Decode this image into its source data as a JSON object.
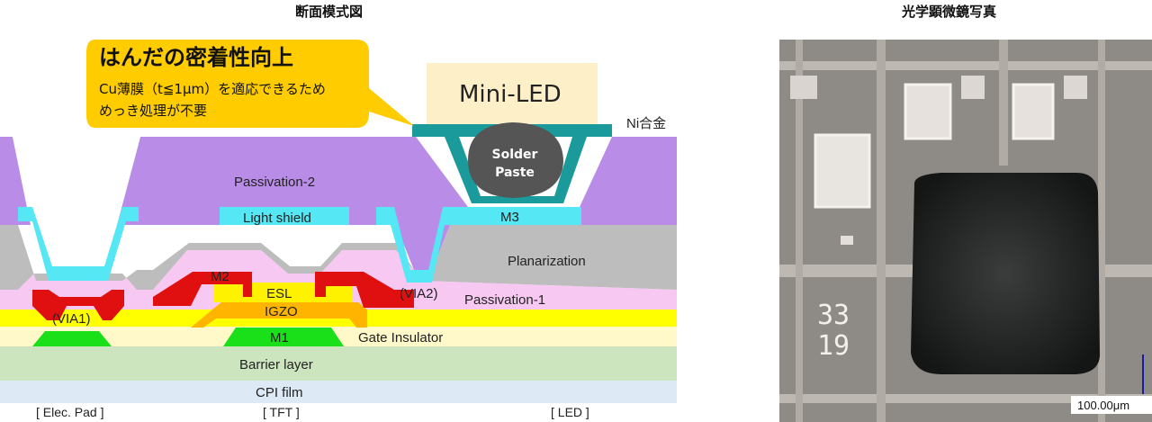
{
  "titles": {
    "cross_section": "断面模式図",
    "micrograph": "光学顕微鏡写真"
  },
  "callout": {
    "title": "はんだの密着性向上",
    "line1": "Cu薄膜（t≦1μm）を適応できるため",
    "line2": "めっき処理が不要"
  },
  "layers": {
    "mini_led": "Mini-LED",
    "ni_alloy": "Ni合金",
    "solder_line1": "Solder",
    "solder_line2": "Paste",
    "passivation2": "Passivation-2",
    "light_shield": "Light shield",
    "m3": "M3",
    "planarization": "Planarization",
    "m2": "M2",
    "esl": "ESL",
    "igzo": "IGZO",
    "via2": "(VIA2)",
    "passivation1": "Passivation-1",
    "via1": "(VIA1)",
    "m1": "M1",
    "gate_insulator": "Gate Insulator",
    "barrier": "Barrier layer",
    "cpi": "CPI film"
  },
  "regions": {
    "elec_pad": "[ Elec. Pad ]",
    "tft": "[ TFT ]",
    "led": "[ LED ]"
  },
  "micrograph": {
    "number_line1": "33",
    "number_line2": "19",
    "scale": "100.00μm"
  },
  "colors": {
    "callout": "#ffcc00",
    "mini_led": "#fdf0c8",
    "ni_alloy": "#1a9a9a",
    "solder": "#555555",
    "passivation2": "#b98ce8",
    "light_shield": "#55e7f3",
    "planarization": "#bdbdbd",
    "m2": "#e01010",
    "esl": "#fff200",
    "igzo": "#ffb400",
    "passivation1": "#f6c8f2",
    "m1": "#19e019",
    "gate_insulator": "#ffff00",
    "gate_insulator_lower": "#fff8c8",
    "barrier": "#cde5be",
    "cpi": "#dde9f5"
  }
}
